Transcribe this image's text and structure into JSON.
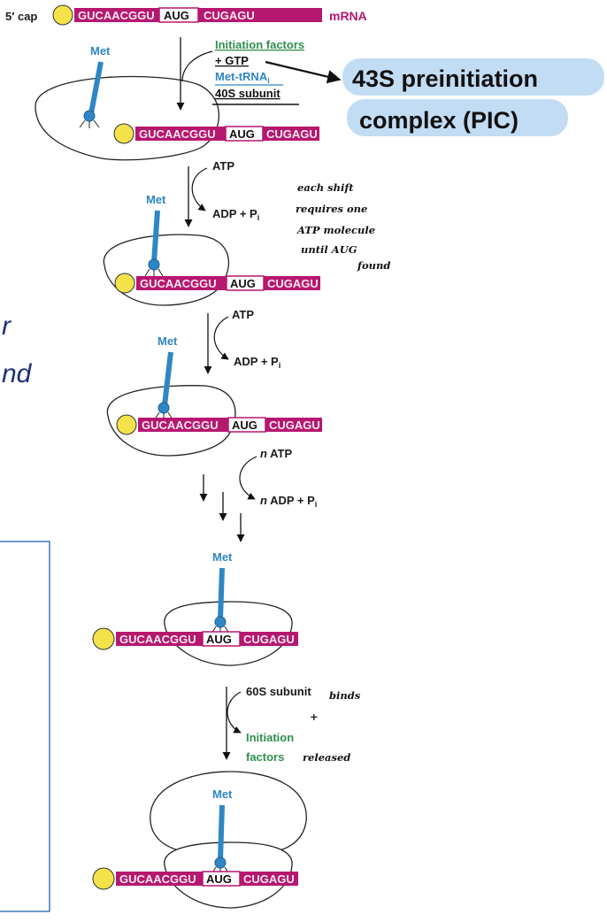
{
  "colors": {
    "mrna": "#b6176f",
    "cap": "#f4e24a",
    "trna": "#2f86c5",
    "met_label": "#2f86c5",
    "factors": "#2e8f4e",
    "callout_bg": "#c2dcf4",
    "sidebar_text": "#1f2f7a",
    "frame": "#3f78b8"
  },
  "top": {
    "cap_label": "5′ cap",
    "mrna_label": "mRNA"
  },
  "mrna": {
    "left": "GUCAACGGU",
    "start": "AUG",
    "right": "CUGAGU"
  },
  "met_label": "Met",
  "step1": {
    "factor_line1": "Initiation factors",
    "factor_line2": "+ GTP",
    "factor_line3": "Met-tRNA",
    "factor_line3_sub": "i",
    "factor_line4": "40S subunit"
  },
  "callout": {
    "line1": "43S preinitiation",
    "line2": "complex (PIC)"
  },
  "scan": {
    "atp": "ATP",
    "adp": "ADP + P",
    "adp_sub": "i",
    "n_atp_n": "n",
    "n_atp_rest": " ATP",
    "n_adp_n": "n",
    "n_adp_rest": " ADP + P"
  },
  "handnote": {
    "line1": "each shift",
    "line2": "requires one",
    "line3": "ATP molecule",
    "line4": "until AUG",
    "line5": "found"
  },
  "final_step": {
    "subunit_text": "60S subunit",
    "binds_note": "binds",
    "plus_note": "+",
    "factors_line1": "Initiation",
    "factors_line2": "factors",
    "released_note": "released"
  },
  "sidebar_fragments": {
    "line1": "r",
    "line2": "nd"
  }
}
